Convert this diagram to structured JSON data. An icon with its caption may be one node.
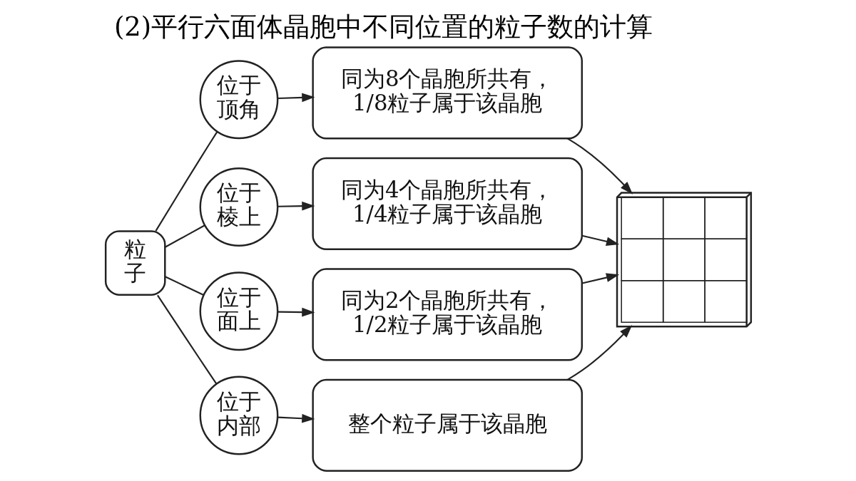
{
  "diagram": {
    "title": "(2)平行六面体晶胞中不同位置的粒子数的计算",
    "nodes": [
      {
        "text": [
          "粒子"
        ]
      },
      {
        "text": [
          "位于顶角"
        ]
      },
      {
        "text": [
          "同为8个晶胞所共有，1/8粒子属于该晶胞"
        ]
      },
      {
        "text": [
          "位于棱上"
        ]
      },
      {
        "text": [
          "同为4个晶胞所共有，1/4粒子属于该晶胞"
        ]
      },
      {
        "text": [
          "位于面上"
        ]
      },
      {
        "text": [
          "同为2个晶胞所共有，1/2粒子属于该晶胞"
        ]
      },
      {
        "text": [
          "位于内部"
        ]
      },
      {
        "text": [
          "整个粒子属于该晶胞"
        ]
      },
      {
        "text": [],
        "shape": "picture"
      }
    ],
    "edges": [
      {
        "from": 0,
        "to": 1,
        "arrow": "none"
      },
      {
        "from": 0,
        "to": 3,
        "arrow": "none"
      },
      {
        "from": 0,
        "to": 5,
        "arrow": "none"
      },
      {
        "from": 0,
        "to": 7,
        "arrow": "none"
      },
      {
        "from": 1,
        "to": 2,
        "arrow": "to"
      },
      {
        "from": 3,
        "to": 4,
        "arrow": "to"
      },
      {
        "from": 5,
        "to": 6,
        "arrow": "to"
      },
      {
        "from": 7,
        "to": 8,
        "arrow": "to"
      },
      {
        "from": 2,
        "to": 9,
        "arrow": "to"
      },
      {
        "from": 4,
        "to": 9,
        "arrow": "to"
      },
      {
        "from": 6,
        "to": 9,
        "arrow": "to"
      },
      {
        "from": 8,
        "to": 9,
        "arrow": "to"
      }
    ]
  }
}
